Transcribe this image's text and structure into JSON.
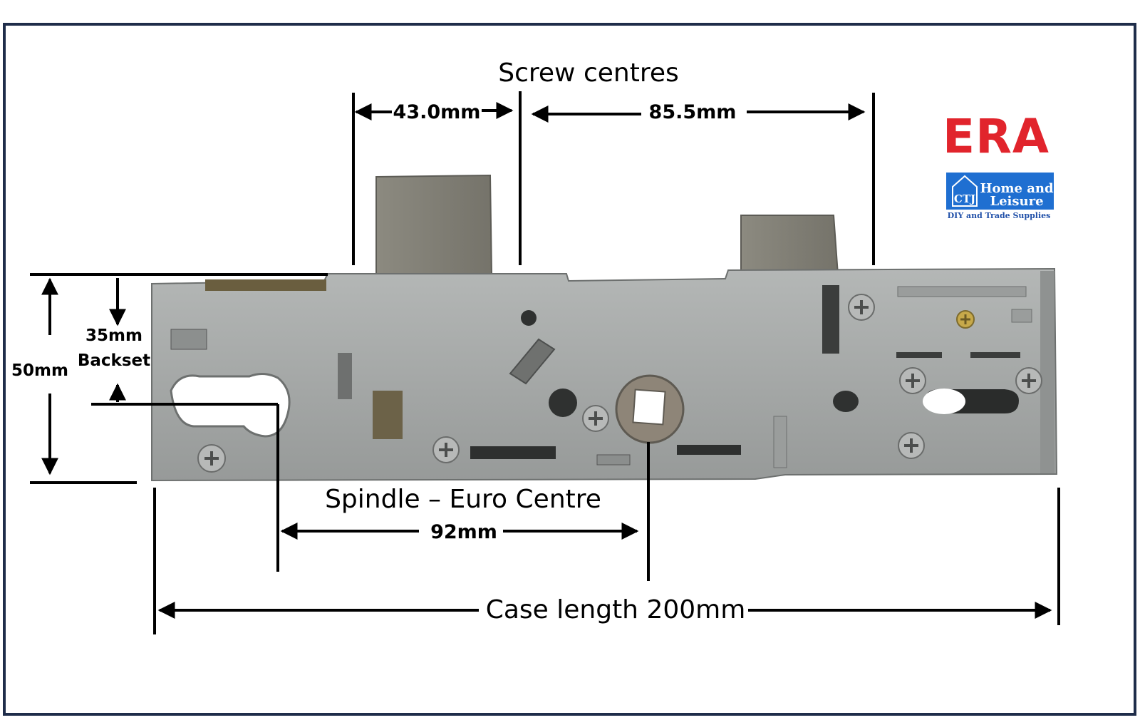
{
  "labels": {
    "screw_centres": "Screw centres",
    "dim_43": "43.0mm",
    "dim_85": "85.5mm",
    "dim_50": "50mm",
    "dim_35": "35mm",
    "backset": "Backset",
    "spindle": "Spindle – Euro Centre",
    "dim_92": "92mm",
    "case_length": "Case length 200mm"
  },
  "logos": {
    "era": "ERA",
    "ctj_mark": "CTJ",
    "ctj_line1": "Home and",
    "ctj_line2": "Leisure",
    "ctj_tagline": "DIY and Trade Supplies"
  },
  "colors": {
    "border": "#1f2d4a",
    "era_red": "#e1242c",
    "ctj_blue": "#1f6fd1",
    "metal": "#a3a6a5",
    "metal_dark": "#7e8181"
  }
}
